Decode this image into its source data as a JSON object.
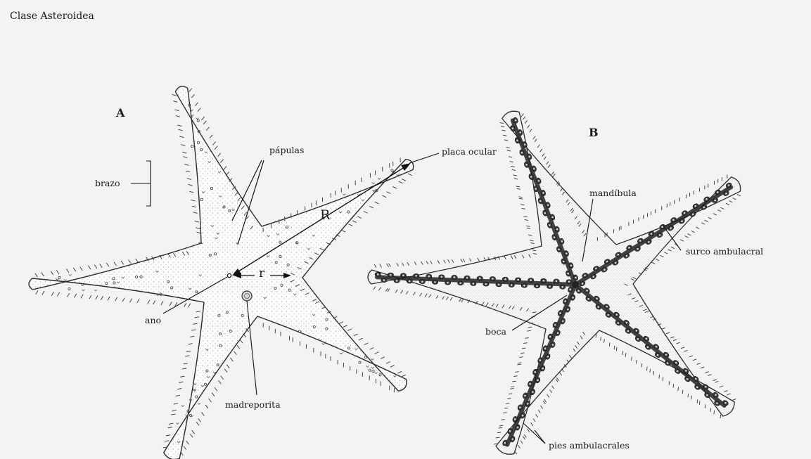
{
  "figure": {
    "title": "Clase Asteroidea",
    "panel_a": "A",
    "panel_b": "B",
    "labels": {
      "papulas": "pápulas",
      "placa_ocular": "placa ocular",
      "brazo": "brazo",
      "ano": "ano",
      "madreporita": "madreporita",
      "big_r": "R",
      "small_r": "r",
      "mandibula": "mandíbula",
      "surco_ambulacral": "surco ambulacral",
      "boca": "boca",
      "pies_ambulacrales": "pies ambulacrales"
    }
  }
}
